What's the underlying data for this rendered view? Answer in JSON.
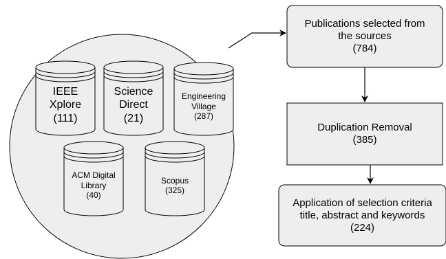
{
  "sources": [
    {
      "name": "IEEE\nXplore",
      "count": "(111)"
    },
    {
      "name": "Science\nDirect",
      "count": "(21)"
    },
    {
      "name": "Engineering\nVillage",
      "count": "(287)"
    },
    {
      "name": "ACM Digital\nLibrary",
      "count": "(40)"
    },
    {
      "name": "Scopus",
      "count": "(325)"
    }
  ],
  "steps": [
    {
      "text": "Publications selected from\nthe sources",
      "count": "(784)"
    },
    {
      "text": "Duplication Removal",
      "count": "(385)"
    },
    {
      "text": "Application of selection criteria\ntitle, abstract and keywords",
      "count": "(224)"
    }
  ],
  "colors": {
    "fill": "#eeeeee",
    "stroke": "#000000"
  }
}
